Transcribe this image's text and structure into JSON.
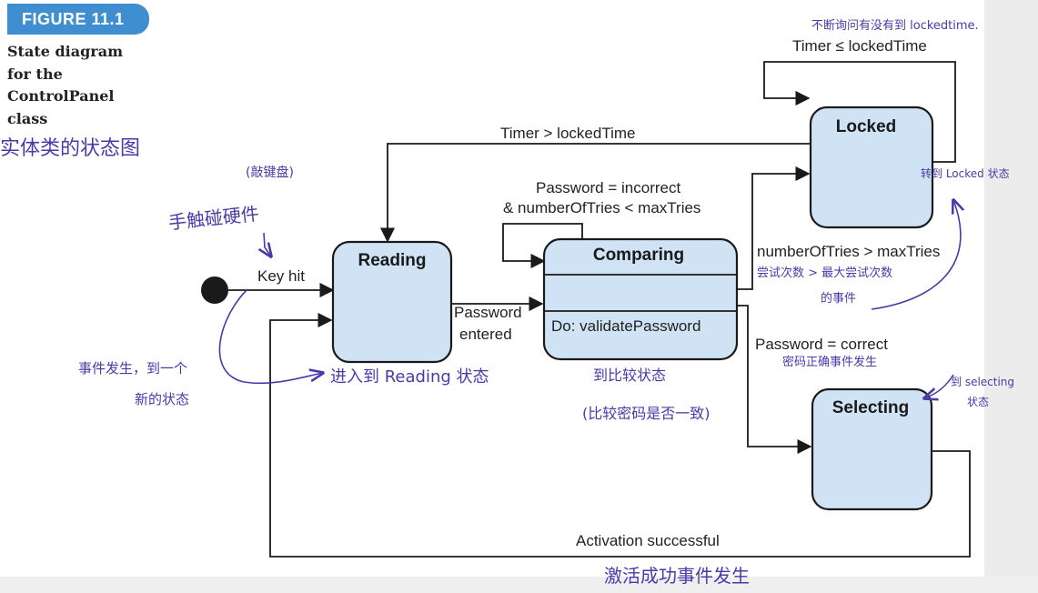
{
  "figure_badge": "FIGURE 11.1",
  "caption_lines": [
    "State diagram",
    "for the",
    "ControlPanel",
    "class"
  ],
  "colors": {
    "state_fill": "#cfe3f5",
    "state_stroke": "#1a1a1a",
    "badge": "#3f8fd0",
    "handwriting": "#4a3aa8"
  },
  "states": {
    "reading": "Reading",
    "comparing": "Comparing",
    "comparing_activity": "Do: validatePassword",
    "locked": "Locked",
    "selecting": "Selecting"
  },
  "transitions": {
    "key_hit": "Key hit",
    "password_entered_1": "Password",
    "password_entered_2": "entered",
    "timer_gt": "Timer > lockedTime",
    "timer_le": "Timer ≤ lockedTime",
    "incorrect_1": "Password = incorrect",
    "incorrect_2": "& numberOfTries < maxTries",
    "tries_exceeded": "numberOfTries > maxTries",
    "password_correct": "Password = correct",
    "activation": "Activation successful"
  },
  "handwritten_notes": {
    "title_note": "实体类的状态图",
    "top_right_note": "不断询问有没有到 lockedtime.",
    "edit_note": "(敲键盘)",
    "touch_note": "手触碰硬件",
    "event_note_1": "事件发生，到一个",
    "event_note_2": "新的状态",
    "enter_reading": "进入到 Reading 状态",
    "compare_note_1": "到比较状态",
    "compare_note_2": "(比较密码是否一致)",
    "locked_note": "转到 Locked 状态",
    "tries_note_1": "尝试次数 > 最大尝试次数",
    "tries_note_2": "的事件",
    "correct_note": "密码正确事件发生",
    "selecting_note_1": "到 selecting",
    "selecting_note_2": "状态",
    "activation_note": "激活成功事件发生"
  }
}
